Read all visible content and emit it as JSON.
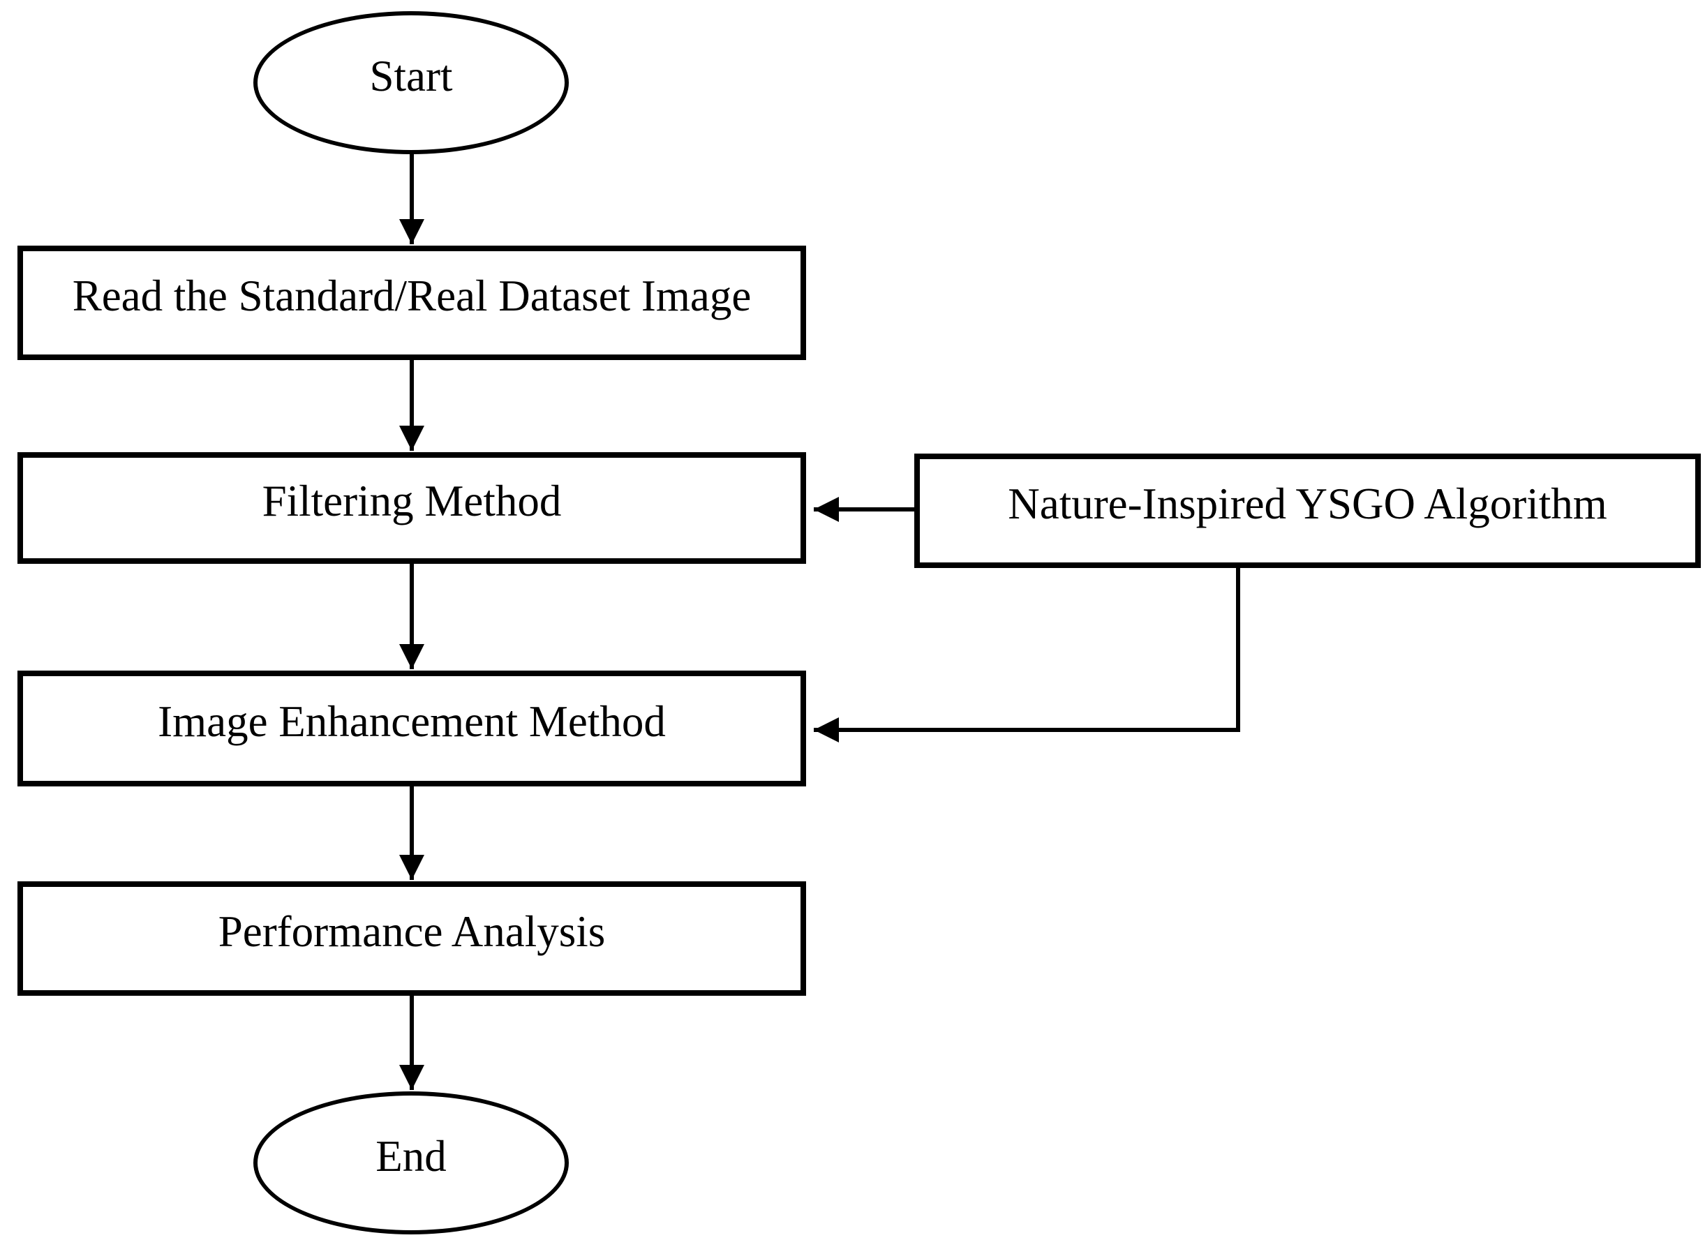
{
  "diagram": {
    "type": "flowchart",
    "colors": {
      "stroke": "#000000",
      "text": "#000000",
      "background": "#ffffff"
    },
    "nodes": {
      "start": {
        "label": "Start",
        "shape": "ellipse"
      },
      "read": {
        "label": "Read the Standard/Real Dataset Image",
        "shape": "rect"
      },
      "filter": {
        "label": "Filtering Method",
        "shape": "rect"
      },
      "ysgo": {
        "label": "Nature-Inspired YSGO Algorithm",
        "shape": "rect"
      },
      "enhance": {
        "label": "Image Enhancement Method",
        "shape": "rect"
      },
      "perf": {
        "label": "Performance Analysis",
        "shape": "rect"
      },
      "end": {
        "label": "End",
        "shape": "ellipse"
      }
    },
    "edges": [
      {
        "from": "start",
        "to": "read",
        "style": "straight-down"
      },
      {
        "from": "read",
        "to": "filter",
        "style": "straight-down"
      },
      {
        "from": "filter",
        "to": "enhance",
        "style": "straight-down"
      },
      {
        "from": "enhance",
        "to": "perf",
        "style": "straight-down"
      },
      {
        "from": "perf",
        "to": "end",
        "style": "straight-down"
      },
      {
        "from": "ysgo",
        "to": "filter",
        "style": "straight-left"
      },
      {
        "from": "ysgo",
        "to": "enhance",
        "style": "elbow-down-left"
      }
    ]
  }
}
